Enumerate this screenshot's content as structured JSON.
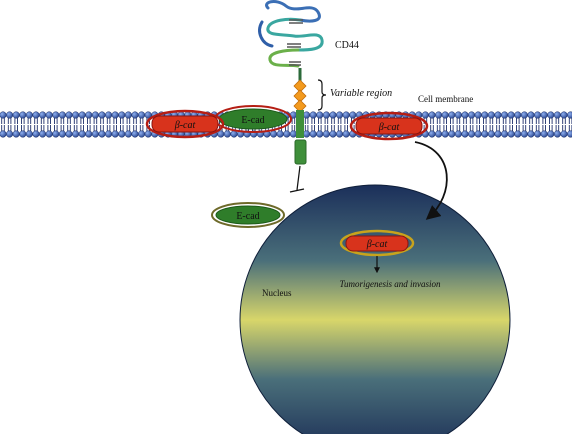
{
  "labels": {
    "cd44": "CD44",
    "variable_region": "Variable region",
    "cell_membrane": "Cell membrane",
    "nucleus": "Nucleus",
    "tumorigenesis": "Tumorigenesis and invasion",
    "beta_cat": "β-cat",
    "e_cad": "E-cad"
  },
  "colors": {
    "membrane_blue": "#3b5aa8",
    "membrane_tail": "#1e2f6b",
    "beta_cat_fill": "#d8331c",
    "beta_cat_ring": "#b51e14",
    "e_cad_fill": "#2f7d2a",
    "cd44_orange": "#f39a1e",
    "cd44_green": "#3f8f3a",
    "nucleus_top": "#1b2f5a",
    "nucleus_mid": "#d8d66a",
    "nucleus_bottom": "#1a2c55"
  }
}
